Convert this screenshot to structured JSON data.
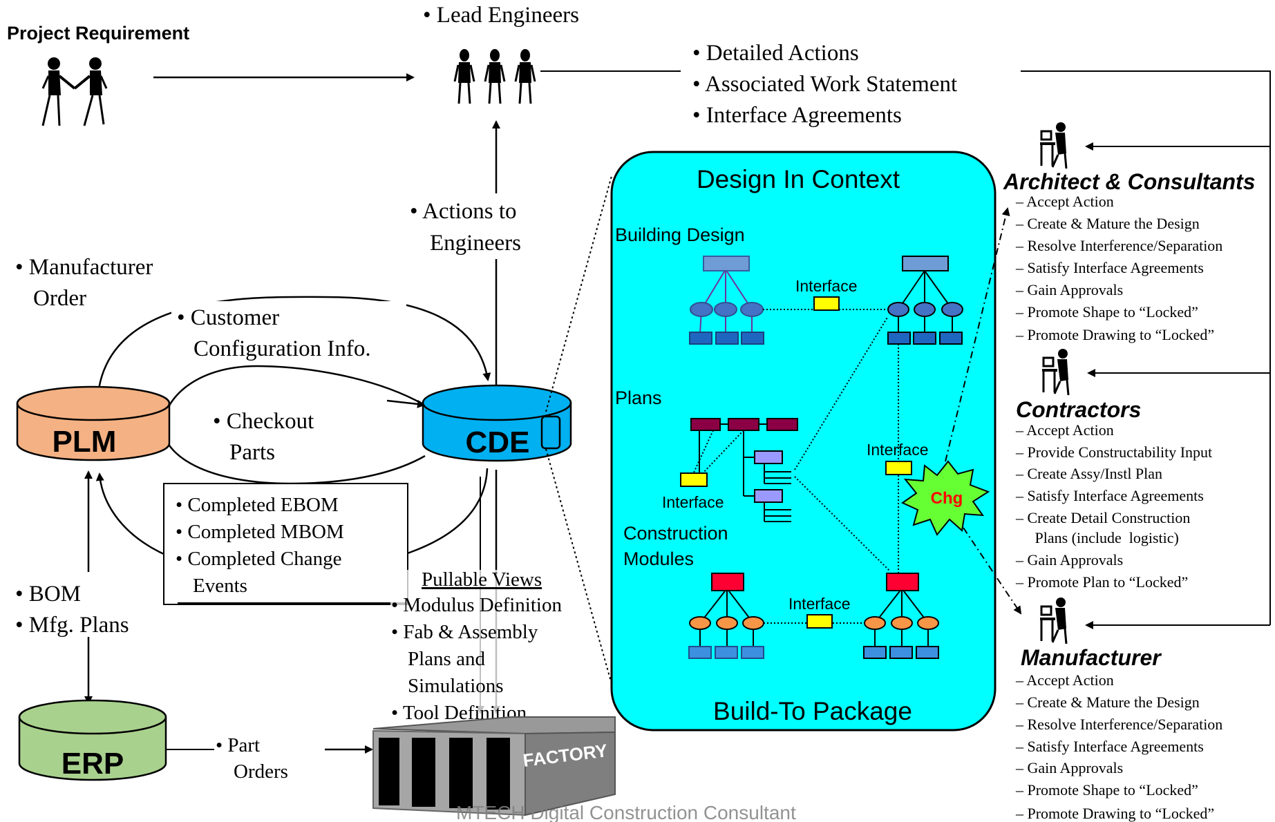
{
  "project_requirement": "Project Requirement",
  "lead_engineers": "• Lead Engineers",
  "detailed_actions": [
    "• Detailed Actions",
    "• Associated Work Statement",
    "• Interface Agreements"
  ],
  "actions_to_engineers": [
    "• Actions to",
    "Engineers"
  ],
  "manufacturer_order": [
    "• Manufacturer",
    "Order"
  ],
  "customer_config": [
    "• Customer",
    "Configuration Info."
  ],
  "checkout_parts": [
    "• Checkout",
    "Parts"
  ],
  "plm": "PLM",
  "cde": "CDE",
  "erp": "ERP",
  "completed_box": [
    "• Completed EBOM",
    "• Completed MBOM",
    "• Completed Change",
    "Events"
  ],
  "bom": [
    "• BOM",
    "• Mfg. Plans"
  ],
  "pullable_views": {
    "title": "Pullable Views",
    "lines": [
      "• Modulus Definition",
      "• Fab & Assembly",
      "Plans and",
      "Simulations",
      "• Tool Definition"
    ]
  },
  "part_orders": [
    "• Part",
    "Orders"
  ],
  "factory": "FACTORY",
  "watermark": "MTECH Digital Construction Consultant",
  "design_in_context": {
    "title": "Design In Context",
    "footer": "Build-To Package",
    "building_design": "Building Design",
    "plans": "Plans",
    "construction_modules": [
      "Construction",
      "Modules"
    ],
    "interface_label": "Interface",
    "chg": "Chg"
  },
  "architect": {
    "title": "Architect & Consultants",
    "items": [
      "–  Accept Action",
      "–  Create & Mature the Design",
      "–  Resolve Interference/Separation",
      "–  Satisfy Interface Agreements",
      "–  Gain Approvals",
      "–  Promote Shape to “Locked”",
      "–  Promote Drawing to “Locked”"
    ]
  },
  "contractors": {
    "title": "Contractors",
    "items": [
      "–  Accept Action",
      "–  Provide Constructability Input",
      "–  Create Assy/Instl Plan",
      "–  Satisfy Interface Agreements",
      "–  Create Detail Construction",
      "     Plans (include  logistic)",
      "–  Gain Approvals",
      "–  Promote Plan  to “Locked”"
    ]
  },
  "manufacturer": {
    "title": "Manufacturer",
    "items": [
      "–  Accept Action",
      "–  Create & Mature the Design",
      "–  Resolve Interference/Separation",
      "–  Satisfy Interface Agreements",
      "–  Gain Approvals",
      "–  Promote Shape to “Locked”",
      "–  Promote Drawing to “Locked”"
    ]
  },
  "colors": {
    "cyan_panel": "#00ffff",
    "plm": "#f4b183",
    "cde": "#00b0f0",
    "erp": "#a9d18e",
    "node_blue": "#5b9bd5",
    "node_maroon": "#8b0045",
    "node_red": "#ff0000",
    "node_orange": "#f4b183",
    "interface": "#ffff00",
    "chg_fill": "#66ff33",
    "chg_text": "#ff0000"
  }
}
